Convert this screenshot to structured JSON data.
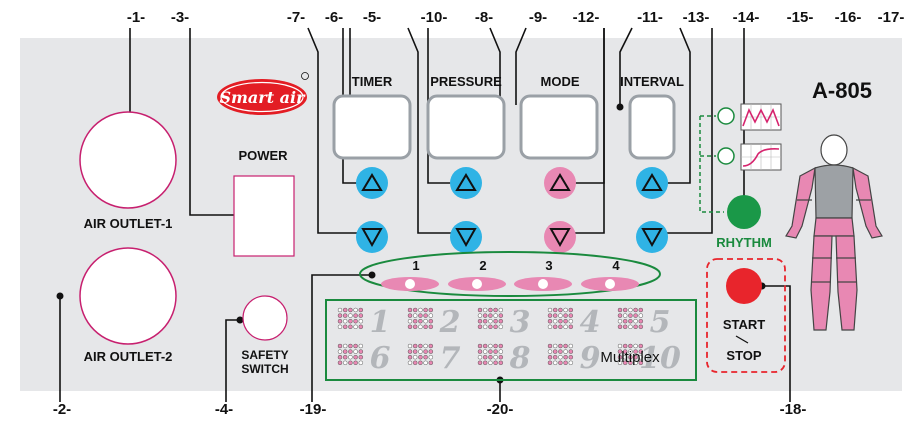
{
  "callouts": {
    "c1": "-1-",
    "c2": "-2-",
    "c3": "-3-",
    "c4": "-4-",
    "c5": "-5-",
    "c6": "-6-",
    "c7": "-7-",
    "c8": "-8-",
    "c9": "-9-",
    "c10": "-10-",
    "c11": "-11-",
    "c12": "-12-",
    "c13": "-13-",
    "c14": "-14-",
    "c15": "-15-",
    "c16": "-16-",
    "c17": "-17-",
    "c18": "-18-",
    "c19": "-19-",
    "c20": "-20-"
  },
  "panel": {
    "brand": "Smart air",
    "model": "A-805",
    "air_outlet_1": "AIR OUTLET-1",
    "air_outlet_2": "AIR OUTLET-2",
    "power": "POWER",
    "safety_line1": "SAFETY",
    "safety_line2": "SWITCH",
    "timer": "TIMER",
    "pressure": "PRESSURE",
    "mode": "MODE",
    "interval": "INTERVAL",
    "rhythm": "RHYTHM",
    "start": "START",
    "stop": "STOP",
    "multiplex": "Multiplex"
  },
  "chambers": [
    "1",
    "2",
    "3",
    "4"
  ],
  "mode_numbers": [
    "1",
    "2",
    "3",
    "4",
    "5",
    "6",
    "7",
    "8",
    "9",
    "10"
  ],
  "colors": {
    "panel": "#e6e7e9",
    "pink": "#e888b3",
    "blue": "#2fb3e5",
    "green": "#1a8a3e",
    "red": "#e8252c",
    "brand_red": "#e31d24"
  },
  "icons": [
    "up-arrow-icon",
    "down-arrow-icon",
    "wave-graph-icon",
    "ramp-graph-icon",
    "body-suit-icon"
  ]
}
